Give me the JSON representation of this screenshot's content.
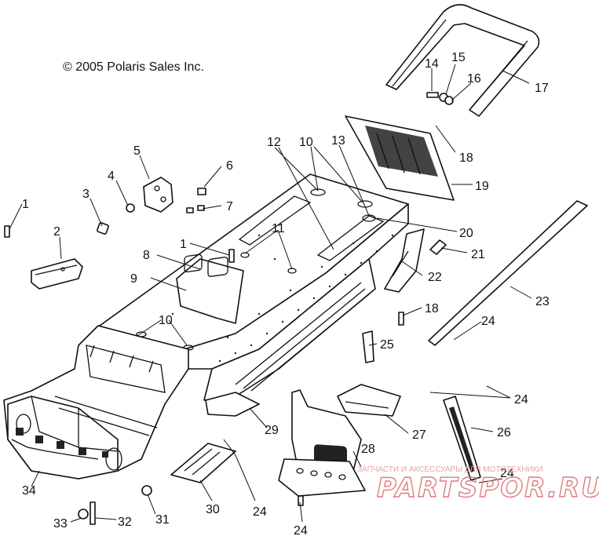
{
  "copyright": "© 2005 Polaris Sales Inc.",
  "callouts": [
    "1",
    "2",
    "3",
    "4",
    "5",
    "6",
    "7",
    "1",
    "8",
    "9",
    "10",
    "10",
    "11",
    "12",
    "13",
    "14",
    "15",
    "16",
    "17",
    "18",
    "19",
    "20",
    "21",
    "22",
    "18",
    "23",
    "24",
    "25",
    "24",
    "26",
    "27",
    "28",
    "29",
    "30",
    "24",
    "24",
    "31",
    "24",
    "32",
    "33",
    "34"
  ],
  "watermark": {
    "text": "ЗАПЧАСТИ И АКСЕССУАРЫ ДЛЯ МОТОТЕХНИКИ",
    "logo": "PARTSPOR.RU"
  }
}
